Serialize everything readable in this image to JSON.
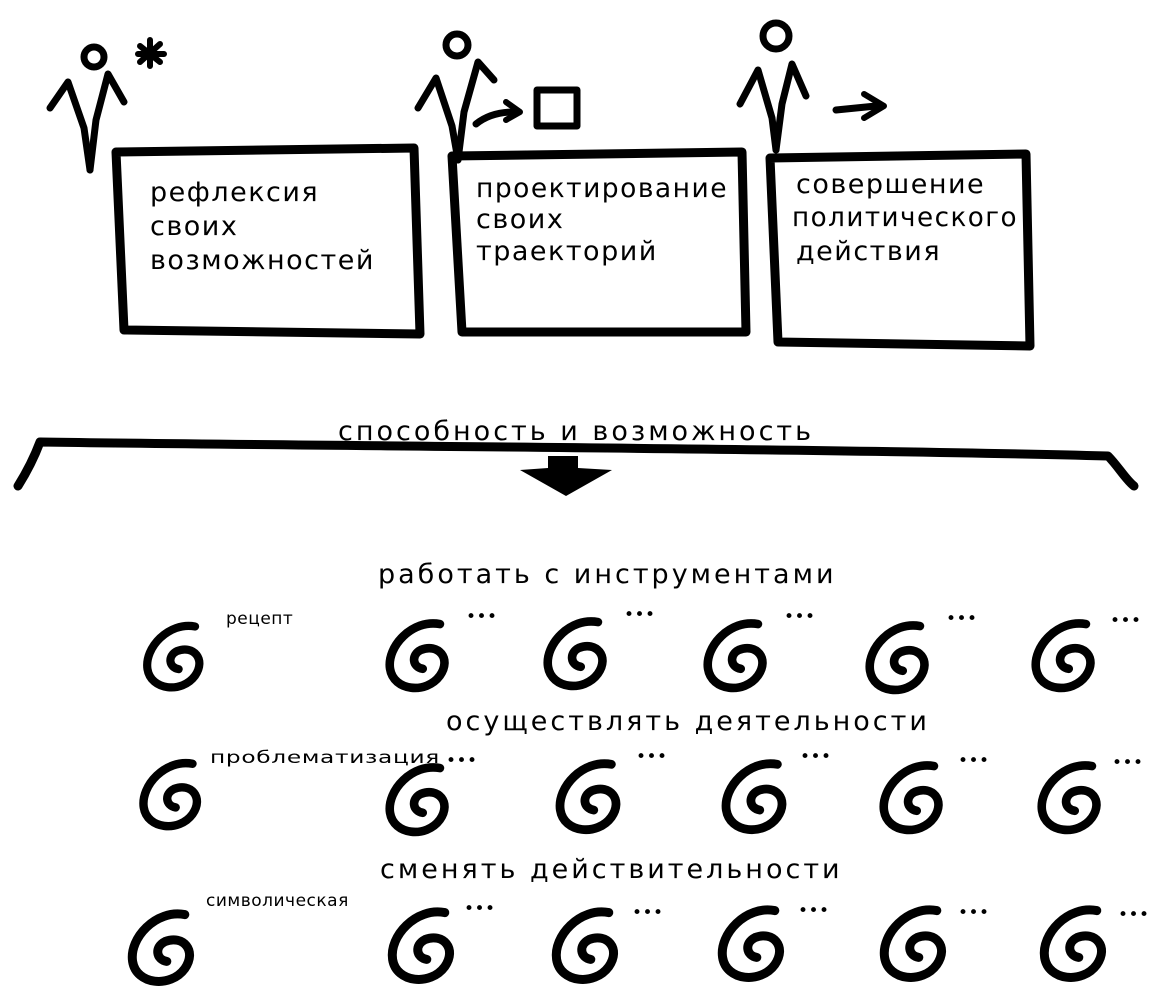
{
  "boxes": [
    {
      "lines": [
        "рефлексия",
        "своих",
        "возможностей"
      ]
    },
    {
      "lines": [
        "проектирование",
        "своих",
        "траекторий"
      ]
    },
    {
      "lines": [
        "совершение",
        "политического",
        "действия"
      ]
    }
  ],
  "brace_label": "способность и возможность",
  "rows": [
    {
      "heading": "работать с инструментами",
      "first_label": "рецепт"
    },
    {
      "heading": "осуществлять деятельности",
      "first_label": "проблематизация"
    },
    {
      "heading": "сменять действительности",
      "first_label": "символическая"
    }
  ],
  "ellipsis": "•••",
  "icons": [
    "person-star-icon",
    "person-arrow-square-icon",
    "person-arrow-icon",
    "spiral-icon"
  ],
  "colors": {
    "ink": "#000000",
    "background": "#ffffff"
  }
}
